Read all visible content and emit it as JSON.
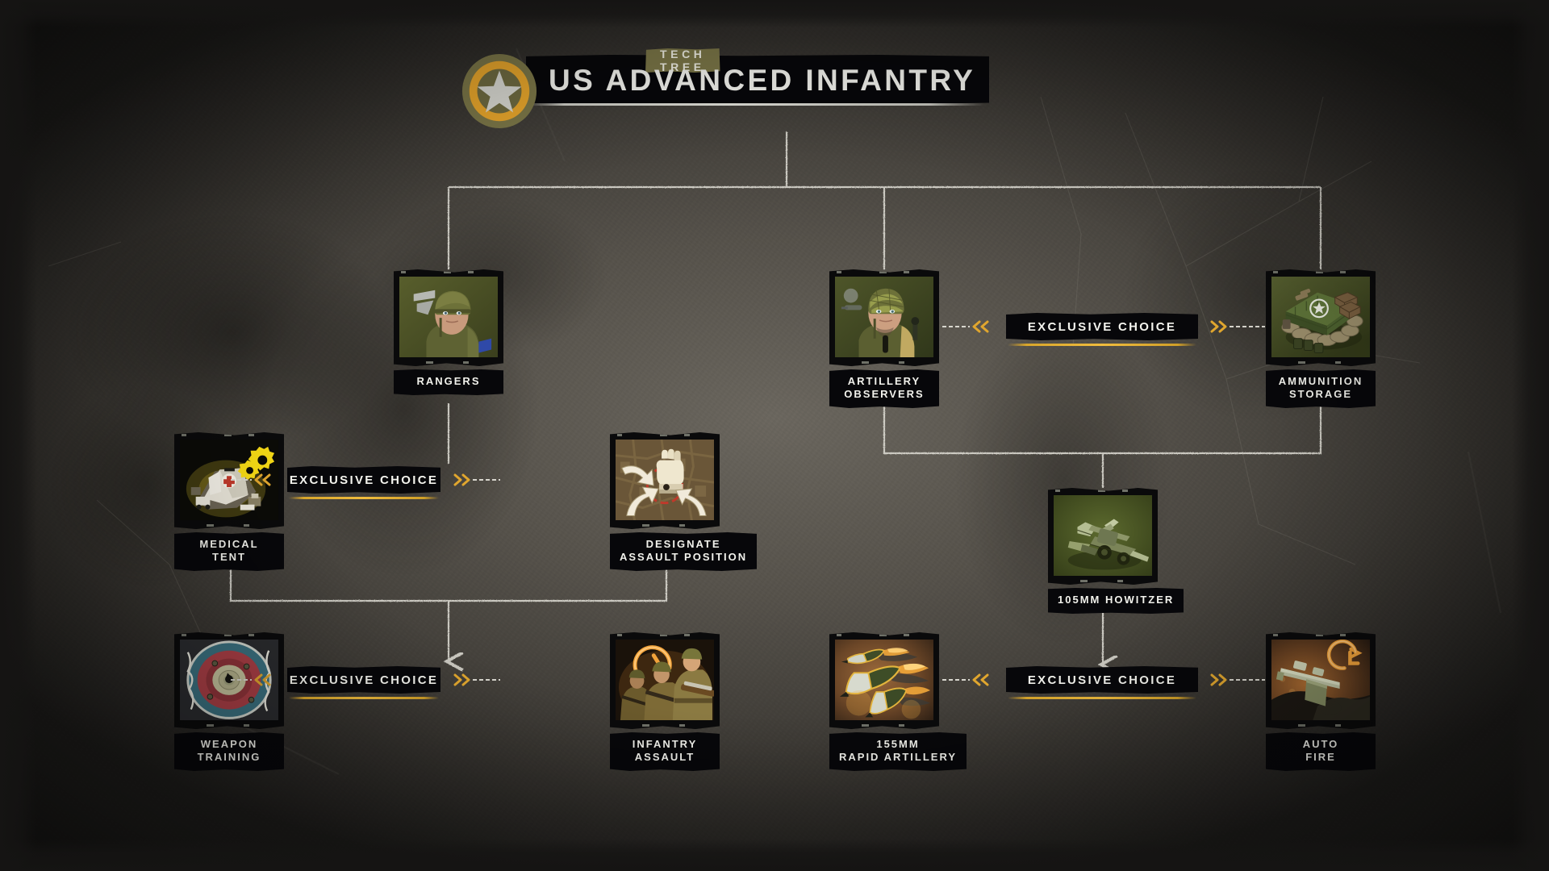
{
  "header": {
    "tab_label": "TECH TREE",
    "title": "US ADVANCED INFANTRY",
    "badge_icon": "us-star-roundel-icon",
    "accent_gold": "#E9A72C",
    "badge_ring_olive": "#7C7748",
    "plate_black": "#07070A"
  },
  "theme": {
    "background": "#55514A",
    "panel_black": "#07070A",
    "text_light": "#F2F2EC",
    "gold": "#D8A62C",
    "wire": "#D8D6CE"
  },
  "exclusive_choices": [
    {
      "id": "ec-left-mid",
      "label": "EXCLUSIVE CHOICE",
      "left_chevron": "double-chevron-left-icon",
      "right_chevron": "double-chevron-right-icon"
    },
    {
      "id": "ec-left-bot",
      "label": "EXCLUSIVE CHOICE",
      "left_chevron": "double-chevron-left-icon",
      "right_chevron": "double-chevron-right-icon"
    },
    {
      "id": "ec-right-top",
      "label": "EXCLUSIVE CHOICE",
      "left_chevron": "double-chevron-left-icon",
      "right_chevron": "double-chevron-right-icon"
    },
    {
      "id": "ec-right-bot",
      "label": "EXCLUSIVE CHOICE",
      "left_chevron": "double-chevron-left-icon",
      "right_chevron": "double-chevron-right-icon"
    }
  ],
  "nodes": [
    {
      "id": "rangers",
      "label_line1": "RANGERS",
      "label_line2": "",
      "icon": "ranger-soldier-portrait-icon"
    },
    {
      "id": "medical-tent",
      "label_line1": "MEDICAL",
      "label_line2": "TENT",
      "icon": "medical-tent-icon"
    },
    {
      "id": "designate-assault-position",
      "label_line1": "DESIGNATE",
      "label_line2": "ASSAULT POSITION",
      "icon": "raised-fist-map-arrows-icon"
    },
    {
      "id": "weapon-training",
      "label_line1": "WEAPON",
      "label_line2": "TRAINING",
      "icon": "shooting-target-icon"
    },
    {
      "id": "infantry-assault",
      "label_line1": "INFANTRY",
      "label_line2": "ASSAULT",
      "icon": "three-soldiers-timer-icon"
    },
    {
      "id": "artillery-observers",
      "label_line1": "ARTILLERY",
      "label_line2": "OBSERVERS",
      "icon": "observer-soldier-portrait-icon"
    },
    {
      "id": "ammunition-storage",
      "label_line1": "AMMUNITION",
      "label_line2": "STORAGE",
      "icon": "ammo-crate-sandbags-icon"
    },
    {
      "id": "howitzer-105",
      "label_line1": "105MM HOWITZER",
      "label_line2": "",
      "icon": "howitzer-gun-icon"
    },
    {
      "id": "rapid-artillery-155",
      "label_line1": "155MM",
      "label_line2": "RAPID ARTILLERY",
      "icon": "artillery-shells-flame-icon"
    },
    {
      "id": "auto-fire",
      "label_line1": "AUTO",
      "label_line2": "FIRE",
      "icon": "howitzer-cooldown-clock-icon"
    }
  ]
}
